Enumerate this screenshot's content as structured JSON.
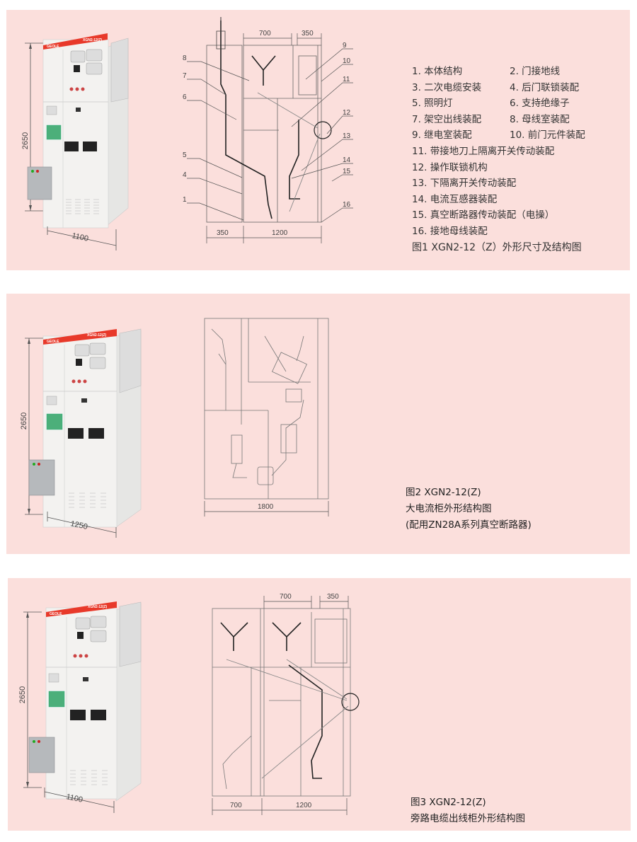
{
  "colors": {
    "panel_bg": "#fbdfdc",
    "brand_red": "#e8392a",
    "cabinet_white": "#f1f0ee",
    "line": "#555555"
  },
  "figures": [
    {
      "id": "fig1",
      "photo": {
        "brand": "GEOLE",
        "model_plate": "XGN2-12(Z)",
        "height_label": "2650",
        "width_label": "1100"
      },
      "drawing": {
        "dim_top": [
          "700",
          "350"
        ],
        "dim_bottom": [
          "350",
          "1200"
        ],
        "callouts": [
          "8",
          "7",
          "6",
          "5",
          "4",
          "1",
          "9",
          "10",
          "11",
          "12",
          "13",
          "14",
          "15",
          "16"
        ]
      },
      "legend": [
        [
          "1. 本体结构",
          "2. 门接地线"
        ],
        [
          "3. 二次电缆安装",
          "4. 后门联锁装配"
        ],
        [
          "5. 照明灯",
          "6. 支持绝缘子"
        ],
        [
          "7. 架空出线装配",
          "8. 母线室装配"
        ],
        [
          "9. 继电室装配",
          "10. 前门元件装配"
        ]
      ],
      "legend_single": [
        "11. 带接地刀上隔离开关传动装配",
        "12. 操作联锁机构",
        "13. 下隔离开关传动装配",
        "14. 电流互感器装配",
        "15. 真空断路器传动装配（电操）",
        "16. 接地母线装配"
      ],
      "caption": "图1 XGN2-12（Z）外形尺寸及结构图"
    },
    {
      "id": "fig2",
      "photo": {
        "brand": "GEOLE",
        "model_plate": "XGN2-12(Z)",
        "height_label": "2650",
        "width_label": "1250"
      },
      "drawing": {
        "dim_bottom": [
          "1800"
        ]
      },
      "caption_lines": [
        "图2 XGN2-12(Z)",
        "大电流柜外形结构图",
        "(配用ZN28A系列真空断路器)"
      ]
    },
    {
      "id": "fig3",
      "photo": {
        "brand": "GEOLE",
        "model_plate": "XGN2-12(Z)",
        "height_label": "2650",
        "width_label": "1100"
      },
      "drawing": {
        "dim_top": [
          "700",
          "350"
        ],
        "dim_bottom": [
          "700",
          "1200"
        ]
      },
      "caption_lines": [
        "图3 XGN2-12(Z)",
        "旁路电缆出线柜外形结构图"
      ]
    }
  ]
}
